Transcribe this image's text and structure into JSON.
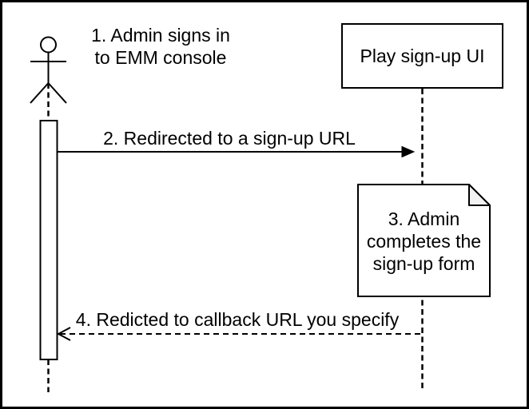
{
  "colors": {
    "stroke": "#000000",
    "background": "#ffffff",
    "shape_fill": "#ffffff",
    "note_fold_fill": "#f2f2f2"
  },
  "participants": {
    "play_signup_ui": "Play sign-up UI"
  },
  "messages": {
    "step1_label": "1. Admin signs in\nto EMM console",
    "step2_label": "2. Redirected to a sign-up URL",
    "step3_note": "3. Admin\ncompletes the\nsign-up form",
    "step4_label": "4. Redicted to callback URL you specify"
  }
}
